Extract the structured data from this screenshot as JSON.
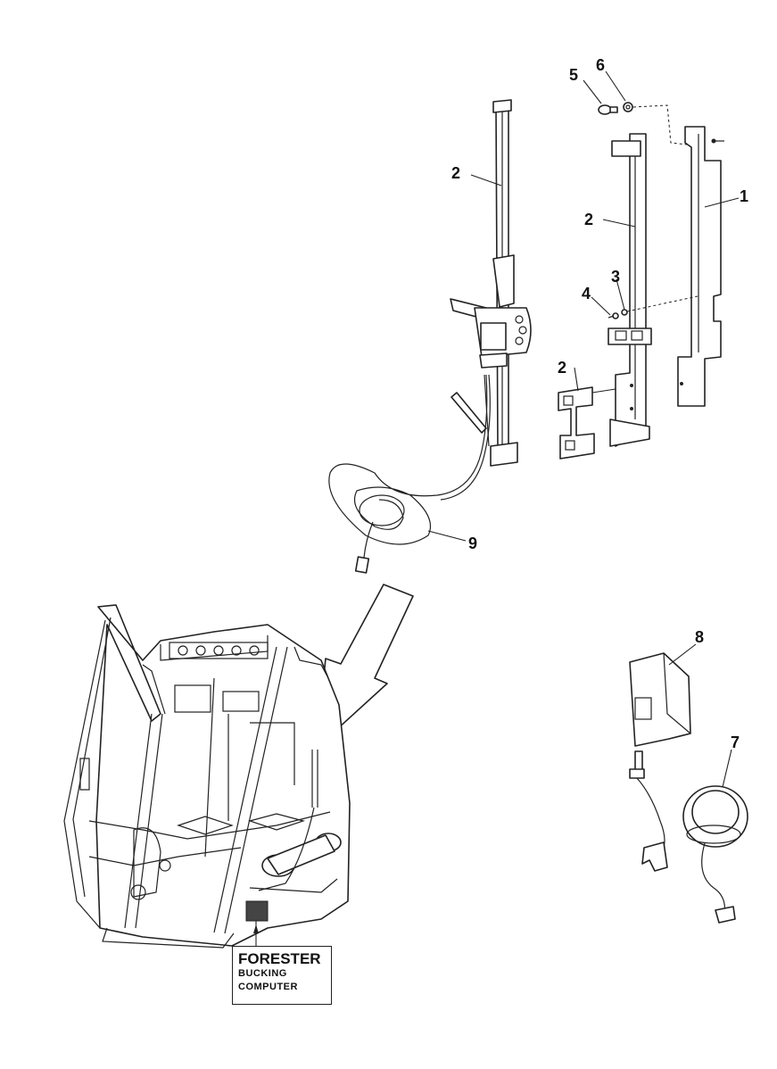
{
  "callouts": {
    "c1": "1",
    "c2a": "2",
    "c2b": "2",
    "c2c": "2",
    "c3": "3",
    "c4": "4",
    "c5": "5",
    "c6": "6",
    "c7": "7",
    "c8": "8",
    "c9": "9"
  },
  "label_box": {
    "line1": "FORESTER",
    "line2": "BUCKING",
    "line3": "COMPUTER"
  }
}
